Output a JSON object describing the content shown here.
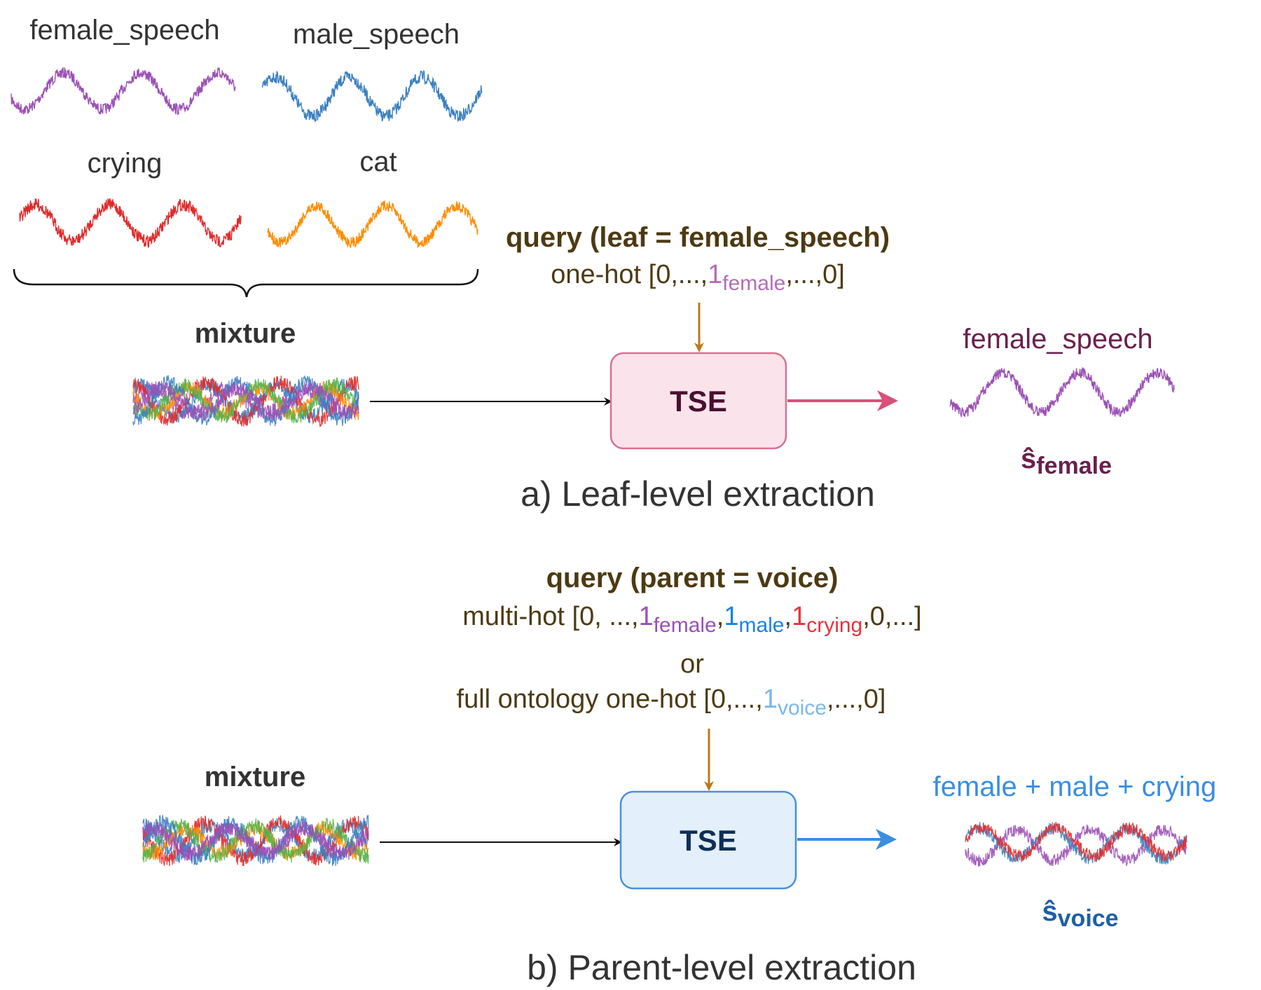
{
  "sources": {
    "female_speech": "female_speech",
    "male_speech": "male_speech",
    "crying": "crying",
    "cat": "cat"
  },
  "leaf": {
    "mixture_label": "mixture",
    "query_title": "query (leaf = female_speech)",
    "onehot_prefix": "one-hot [0,...,",
    "onehot_one": "1",
    "onehot_sub": "female",
    "onehot_suffix": ",...,0]",
    "tse_label": "TSE",
    "output_label": "female_speech",
    "estimate_symbol": "ŝ",
    "estimate_sub": "female",
    "caption": "a) Leaf-level extraction"
  },
  "parent": {
    "query_title": "query (parent = voice)",
    "multihot_prefix": "multi-hot [0, ...,",
    "one_a": "1",
    "sub_female": "female",
    "comma1": ",",
    "one_b": "1",
    "sub_male": "male",
    "comma2": ",",
    "one_c": "1",
    "sub_crying": "crying",
    "multihot_suffix": ",0,...]",
    "or_text": "or",
    "ontology_prefix": "full ontology one-hot [0,...,",
    "ontology_one": "1",
    "ontology_sub": "voice",
    "ontology_suffix": ",...,0]",
    "mixture_label": "mixture",
    "tse_label": "TSE",
    "output_label": "female + male + crying",
    "estimate_symbol": "ŝ",
    "estimate_sub": "voice",
    "caption": "b) Parent-level extraction"
  },
  "colors": {
    "female": "#9b4fb5",
    "male": "#3a7fc0",
    "crying": "#e02a2a",
    "cat": "#ff8c00",
    "green": "#4fb34a",
    "query_arrow": "#b8791d",
    "tse_leaf_fill": "#fbe3ec",
    "tse_leaf_border": "#d9708f",
    "tse_parent_fill": "#e3effa",
    "tse_parent_border": "#4a90d9",
    "leaf_output_arrow": "#d9507a",
    "parent_output_arrow": "#3a8ee0",
    "leaf_sub_color": "#b36fb5",
    "male_sub_color": "#1b82e6",
    "crying_sub_color": "#e8323c",
    "voice_sub_color": "#7ab8f0",
    "leaf_output_text": "#6b1f4d",
    "parent_output_text": "#3a8ee0",
    "parent_estimate_text": "#1f5fa8"
  }
}
